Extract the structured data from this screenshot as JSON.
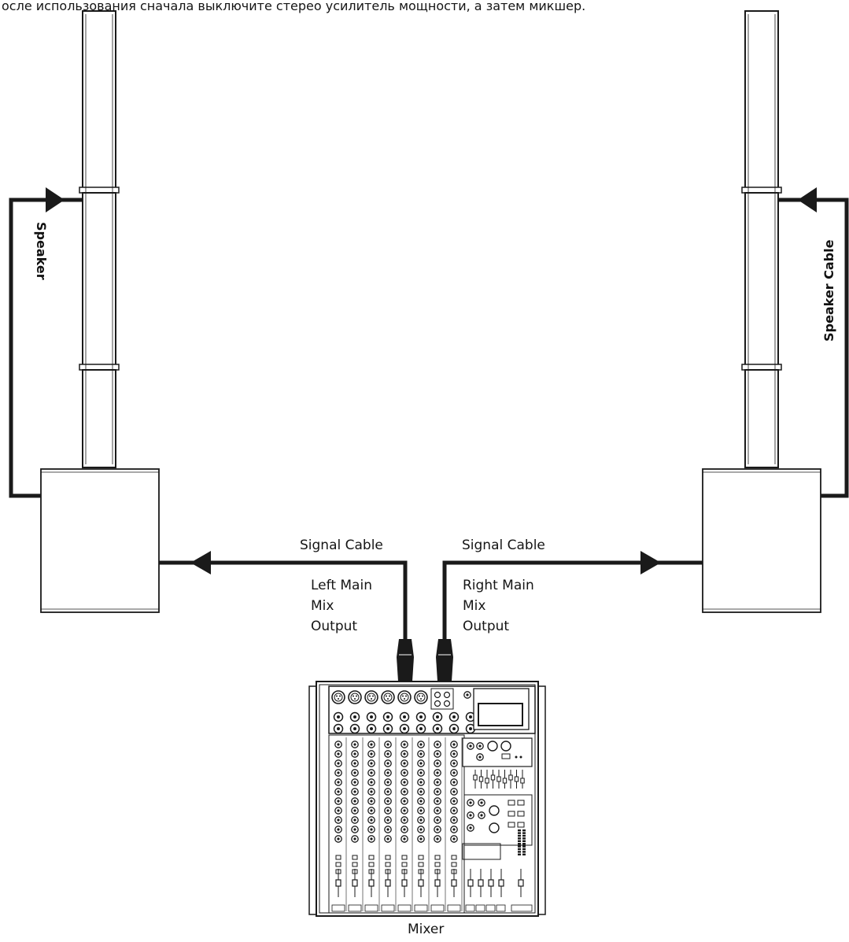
{
  "caption": "осле использования сначала выключите стерео усилитель мощности, а затем микшер.",
  "labels": {
    "left_speaker_cable": "Speaker",
    "right_speaker_cable": "Speaker Cable",
    "left_signal_cable": "Signal Cable",
    "right_signal_cable": "Signal Cable",
    "left_output": [
      "Left Main",
      "Mix",
      "Output"
    ],
    "right_output": [
      "Right Main",
      "Mix",
      "Output"
    ],
    "mixer": "Mixer"
  },
  "colors": {
    "line": "#1a1a1a",
    "background": "#ffffff"
  }
}
